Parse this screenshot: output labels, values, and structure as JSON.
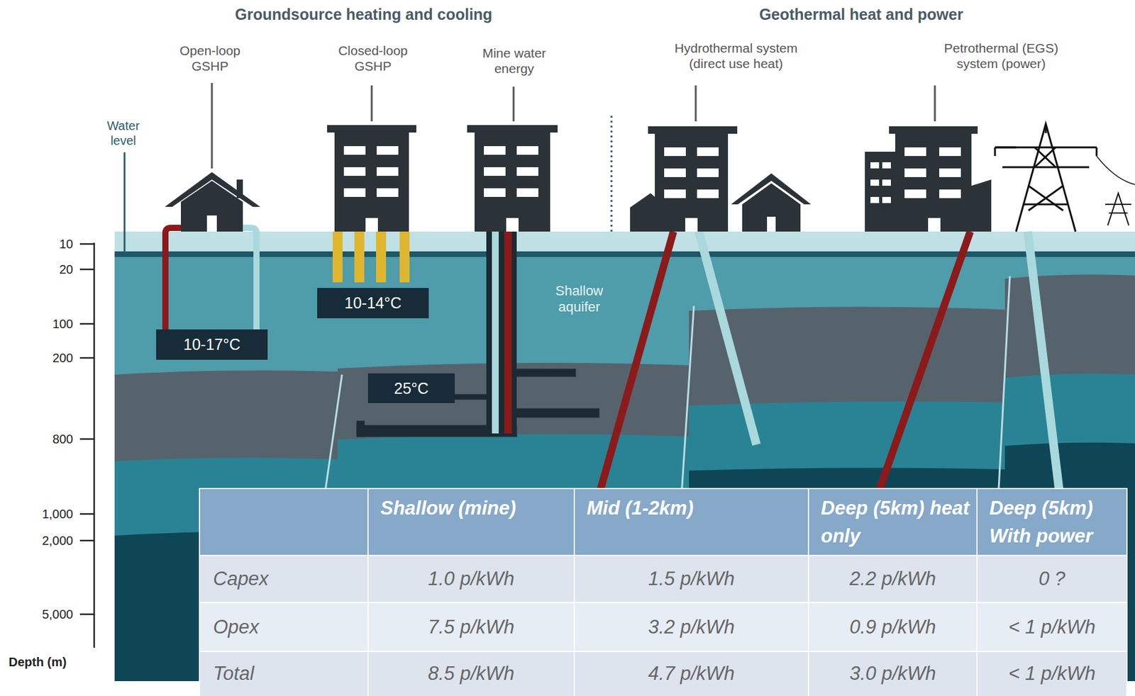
{
  "diagram": {
    "nodes": [
      {
        "text": [
          "10-17°C"
        ]
      },
      {
        "text": [
          "10-14°C"
        ]
      },
      {
        "text": [
          "25°C"
        ]
      }
    ],
    "labels": [
      "Groundsource heating and cooling",
      "Geothermal heat and power",
      "Open-loop GSHP",
      "Closed-loop GSHP",
      "Mine water energy",
      "Hydrothermal system (direct use heat)",
      "Petrothermal (EGS) system (power)",
      "Water level",
      "Shallow aquifer",
      "10",
      "20",
      "100",
      "200",
      "800",
      "1,000",
      "2,000",
      "5,000",
      "Depth (m)",
      "Shallow (mine)",
      "Mid (1-2km)",
      "Deep (5km) heat only",
      "Deep (5km) With power",
      "Capex",
      "1.0 p/kWh",
      "1.5 p/kWh",
      "2.2 p/kWh",
      "0 ?",
      "Opex",
      "7.5 p/kWh",
      "3.2 p/kWh",
      "0.9 p/kWh",
      "< 1 p/kWh",
      "Total",
      "8.5 p/kWh",
      "4.7 p/kWh",
      "3.0 p/kWh",
      "< 1 p/kWh"
    ]
  }
}
